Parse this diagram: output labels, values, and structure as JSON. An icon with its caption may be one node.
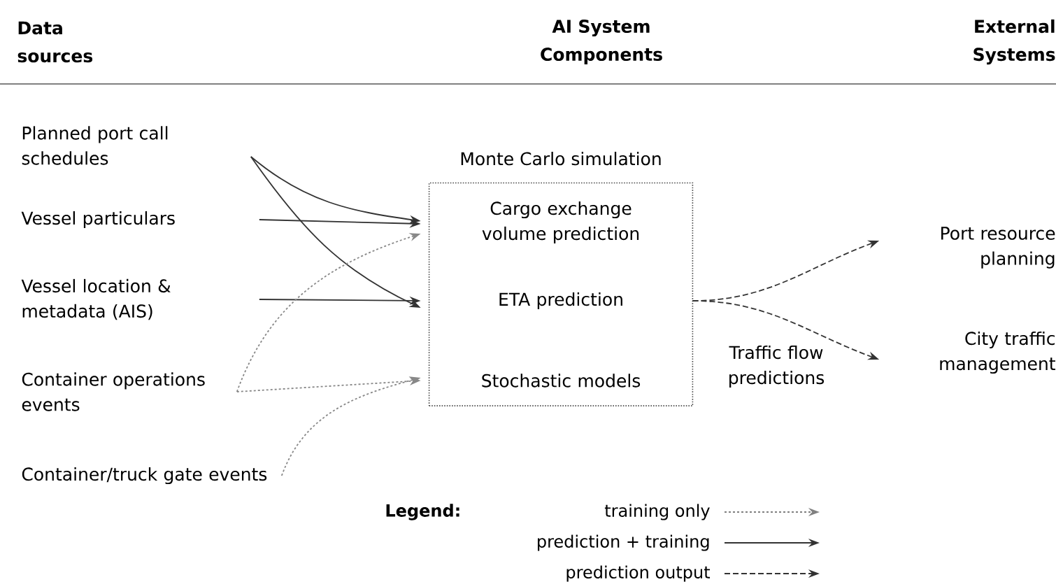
{
  "diagram": {
    "nodes": [
      {
        "text": [
          "Planned port call schedules"
        ]
      },
      {
        "text": [
          "Vessel particulars"
        ]
      },
      {
        "text": [
          "Vessel location & metadata (AIS)"
        ]
      },
      {
        "text": [
          "Container operations events"
        ]
      },
      {
        "text": [
          "Container/truck gate events"
        ]
      },
      {
        "text": [
          "Monte Carlo simulation"
        ]
      },
      {
        "text": [
          "Cargo exchange volume prediction"
        ],
        "in": 5
      },
      {
        "text": [
          "ETA prediction"
        ],
        "in": 5
      },
      {
        "text": [
          "Stochastic models"
        ],
        "in": 5
      },
      {
        "text": [
          "Port resource planning"
        ]
      },
      {
        "text": [
          "City traffic management"
        ]
      }
    ],
    "edges": [
      {
        "from": 0,
        "to": 6,
        "arrow": "to"
      },
      {
        "from": 0,
        "to": 7,
        "arrow": "to"
      },
      {
        "from": 1,
        "to": 6,
        "arrow": "to"
      },
      {
        "from": 2,
        "to": 7,
        "arrow": "to"
      },
      {
        "from": 3,
        "to": 6,
        "arrow": "to",
        "style": "dashed",
        "color": "#888888"
      },
      {
        "from": 3,
        "to": 8,
        "arrow": "to",
        "style": "dashed",
        "color": "#888888"
      },
      {
        "from": 4,
        "to": 8,
        "arrow": "to",
        "style": "dashed",
        "color": "#888888"
      },
      {
        "from": 7,
        "to": 9,
        "arrow": "to",
        "style": "dashed"
      },
      {
        "from": 7,
        "to": 10,
        "arrow": "to",
        "style": "dashed"
      }
    ],
    "labels": [
      "Data sources",
      "AI System Components",
      "External Systems",
      "Traffic flow predictions",
      "Legend:"
    ],
    "legend": [
      {
        "text": "training only"
      },
      {
        "text": "prediction + training"
      },
      {
        "text": "prediction output"
      }
    ]
  }
}
